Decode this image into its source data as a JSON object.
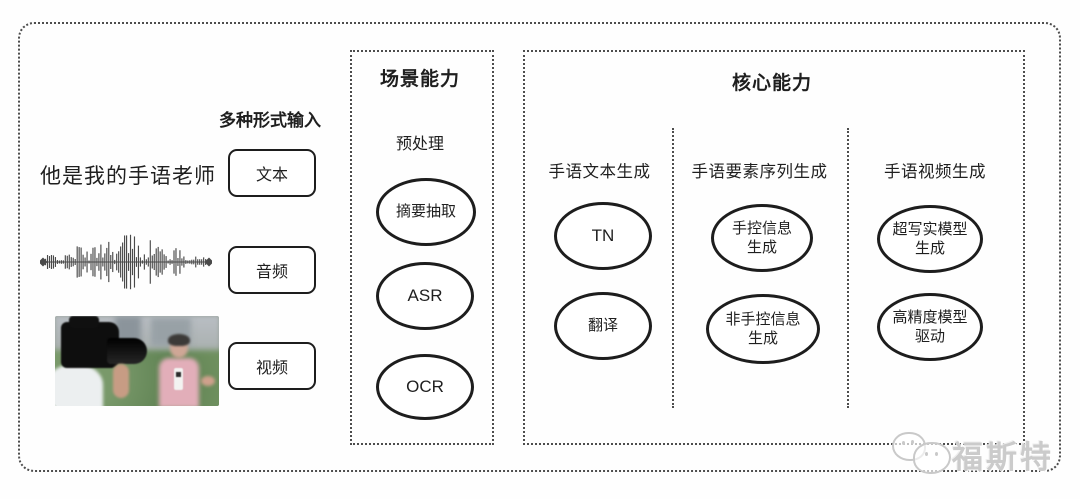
{
  "input_section": {
    "label": "多种形式输入",
    "text_sample": "他是我的手语老师",
    "types": [
      "文本",
      "音频",
      "视频"
    ],
    "icons": [
      "text-sample",
      "audio-waveform",
      "video-thumbnail"
    ]
  },
  "scene_box": {
    "title": "场景能力",
    "subtitle": "预处理",
    "nodes": [
      "摘要抽取",
      "ASR",
      "OCR"
    ]
  },
  "core_box": {
    "title": "核心能力",
    "columns": [
      {
        "title": "手语文本生成",
        "nodes": [
          "TN",
          "翻译"
        ]
      },
      {
        "title": "手语要素序列生成",
        "nodes": [
          "手控信息\n生成",
          "非手控信息\n生成"
        ]
      },
      {
        "title": "手语视频生成",
        "nodes": [
          "超写实模型\n生成",
          "高精度模型\n驱动"
        ]
      }
    ]
  },
  "watermark": {
    "brand": "福斯特",
    "logo": "chat-bubbles-logo"
  },
  "colors": {
    "ink": "#1d1d1d",
    "dotted_border": "#4d4d4d",
    "watermark_gray": "#cbcbcb",
    "background": "#fefefe",
    "waveform": "#4a4a4a"
  }
}
